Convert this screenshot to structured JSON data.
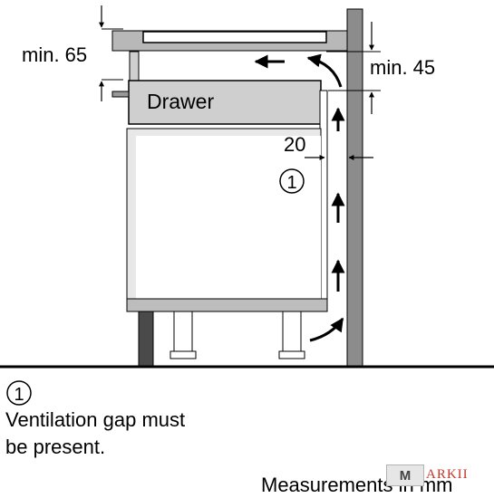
{
  "labels": {
    "min_top": "min. 65",
    "min_right": "min. 45",
    "drawer": "Drawer",
    "gap": "20",
    "marker": "1"
  },
  "note": {
    "marker": "1",
    "line1": "Ventilation gap must",
    "line2": "be present."
  },
  "footer": "Measurements in mm",
  "watermark": {
    "badge": "M",
    "text": "ARKII"
  }
}
